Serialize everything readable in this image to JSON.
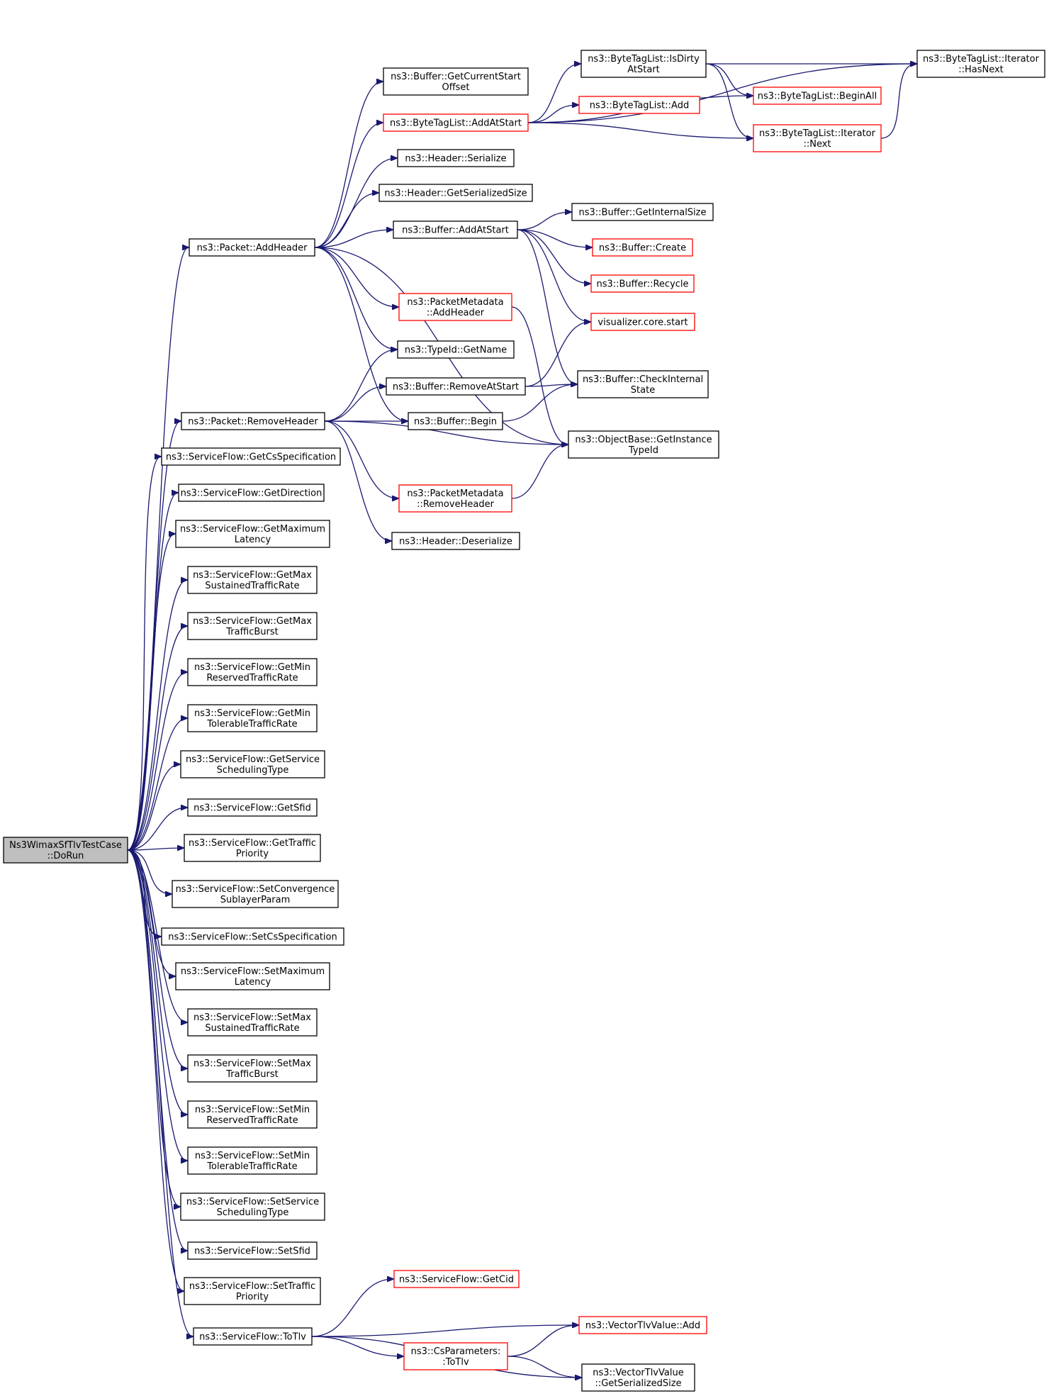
{
  "diagram": {
    "type": "call graph",
    "nodes": [
      {
        "id": "root",
        "lines": [
          "Ns3WimaxSfTlvTestCase",
          "::DoRun"
        ],
        "style": "root"
      },
      {
        "id": "addHeader",
        "lines": [
          "ns3::Packet::AddHeader"
        ],
        "style": "normal"
      },
      {
        "id": "removeHeader",
        "lines": [
          "ns3::Packet::RemoveHeader"
        ],
        "style": "normal"
      },
      {
        "id": "getCsSpec",
        "lines": [
          "ns3::ServiceFlow::GetCsSpecification"
        ],
        "style": "normal"
      },
      {
        "id": "getDirection",
        "lines": [
          "ns3::ServiceFlow::GetDirection"
        ],
        "style": "normal"
      },
      {
        "id": "getMaxLatency",
        "lines": [
          "ns3::ServiceFlow::GetMaximum",
          "Latency"
        ],
        "style": "normal"
      },
      {
        "id": "getMaxSustained",
        "lines": [
          "ns3::ServiceFlow::GetMax",
          "SustainedTrafficRate"
        ],
        "style": "normal"
      },
      {
        "id": "getMaxBurst",
        "lines": [
          "ns3::ServiceFlow::GetMax",
          "TrafficBurst"
        ],
        "style": "normal"
      },
      {
        "id": "getMinReserved",
        "lines": [
          "ns3::ServiceFlow::GetMin",
          "ReservedTrafficRate"
        ],
        "style": "normal"
      },
      {
        "id": "getMinTolerable",
        "lines": [
          "ns3::ServiceFlow::GetMin",
          "TolerableTrafficRate"
        ],
        "style": "normal"
      },
      {
        "id": "getSchedType",
        "lines": [
          "ns3::ServiceFlow::GetService",
          "SchedulingType"
        ],
        "style": "normal"
      },
      {
        "id": "getSfid",
        "lines": [
          "ns3::ServiceFlow::GetSfid"
        ],
        "style": "normal"
      },
      {
        "id": "getTrafficPriority",
        "lines": [
          "ns3::ServiceFlow::GetTraffic",
          "Priority"
        ],
        "style": "normal"
      },
      {
        "id": "setConvergence",
        "lines": [
          "ns3::ServiceFlow::SetConvergence",
          "SublayerParam"
        ],
        "style": "normal"
      },
      {
        "id": "setCsSpec",
        "lines": [
          "ns3::ServiceFlow::SetCsSpecification"
        ],
        "style": "normal"
      },
      {
        "id": "setMaxLatency",
        "lines": [
          "ns3::ServiceFlow::SetMaximum",
          "Latency"
        ],
        "style": "normal"
      },
      {
        "id": "setMaxSustained",
        "lines": [
          "ns3::ServiceFlow::SetMax",
          "SustainedTrafficRate"
        ],
        "style": "normal"
      },
      {
        "id": "setMaxBurst",
        "lines": [
          "ns3::ServiceFlow::SetMax",
          "TrafficBurst"
        ],
        "style": "normal"
      },
      {
        "id": "setMinReserved",
        "lines": [
          "ns3::ServiceFlow::SetMin",
          "ReservedTrafficRate"
        ],
        "style": "normal"
      },
      {
        "id": "setMinTolerable",
        "lines": [
          "ns3::ServiceFlow::SetMin",
          "TolerableTrafficRate"
        ],
        "style": "normal"
      },
      {
        "id": "setSchedType",
        "lines": [
          "ns3::ServiceFlow::SetService",
          "SchedulingType"
        ],
        "style": "normal"
      },
      {
        "id": "setSfid",
        "lines": [
          "ns3::ServiceFlow::SetSfid"
        ],
        "style": "normal"
      },
      {
        "id": "setTrafficPriority",
        "lines": [
          "ns3::ServiceFlow::SetTraffic",
          "Priority"
        ],
        "style": "normal"
      },
      {
        "id": "toTlv",
        "lines": [
          "ns3::ServiceFlow::ToTlv"
        ],
        "style": "normal"
      },
      {
        "id": "bufGetCurStart",
        "lines": [
          "ns3::Buffer::GetCurrentStart",
          "Offset"
        ],
        "style": "normal"
      },
      {
        "id": "btlAddAtStart",
        "lines": [
          "ns3::ByteTagList::AddAtStart"
        ],
        "style": "red"
      },
      {
        "id": "hdrSerialize",
        "lines": [
          "ns3::Header::Serialize"
        ],
        "style": "normal"
      },
      {
        "id": "hdrGetSerSize",
        "lines": [
          "ns3::Header::GetSerializedSize"
        ],
        "style": "normal"
      },
      {
        "id": "bufAddAtStart",
        "lines": [
          "ns3::Buffer::AddAtStart"
        ],
        "style": "normal"
      },
      {
        "id": "pmAddHeader",
        "lines": [
          "ns3::PacketMetadata",
          "::AddHeader"
        ],
        "style": "red"
      },
      {
        "id": "typeIdGetName",
        "lines": [
          "ns3::TypeId::GetName"
        ],
        "style": "normal"
      },
      {
        "id": "bufRemoveAtStart",
        "lines": [
          "ns3::Buffer::RemoveAtStart"
        ],
        "style": "normal"
      },
      {
        "id": "bufBegin",
        "lines": [
          "ns3::Buffer::Begin"
        ],
        "style": "normal"
      },
      {
        "id": "pmRemoveHeader",
        "lines": [
          "ns3::PacketMetadata",
          "::RemoveHeader"
        ],
        "style": "red"
      },
      {
        "id": "hdrDeserialize",
        "lines": [
          "ns3::Header::Deserialize"
        ],
        "style": "normal"
      },
      {
        "id": "btlIsDirty",
        "lines": [
          "ns3::ByteTagList::IsDirty",
          "AtStart"
        ],
        "style": "normal"
      },
      {
        "id": "btlAdd",
        "lines": [
          "ns3::ByteTagList::Add"
        ],
        "style": "red"
      },
      {
        "id": "bufGetInternalSize",
        "lines": [
          "ns3::Buffer::GetInternalSize"
        ],
        "style": "normal"
      },
      {
        "id": "bufCreate",
        "lines": [
          "ns3::Buffer::Create"
        ],
        "style": "red"
      },
      {
        "id": "bufRecycle",
        "lines": [
          "ns3::Buffer::Recycle"
        ],
        "style": "red"
      },
      {
        "id": "vizStart",
        "lines": [
          "visualizer.core.start"
        ],
        "style": "red"
      },
      {
        "id": "bufCheckInternal",
        "lines": [
          "ns3::Buffer::CheckInternal",
          "State"
        ],
        "style": "normal"
      },
      {
        "id": "objGetInstTypeId",
        "lines": [
          "ns3::ObjectBase::GetInstance",
          "TypeId"
        ],
        "style": "normal"
      },
      {
        "id": "btlIterHasNext",
        "lines": [
          "ns3::ByteTagList::Iterator",
          "::HasNext"
        ],
        "style": "normal"
      },
      {
        "id": "btlBeginAll",
        "lines": [
          "ns3::ByteTagList::BeginAll"
        ],
        "style": "red"
      },
      {
        "id": "btlIterNext",
        "lines": [
          "ns3::ByteTagList::Iterator",
          "::Next"
        ],
        "style": "red"
      },
      {
        "id": "sfGetCid",
        "lines": [
          "ns3::ServiceFlow::GetCid"
        ],
        "style": "red"
      },
      {
        "id": "vecTlvAdd",
        "lines": [
          "ns3::VectorTlvValue::Add"
        ],
        "style": "red"
      },
      {
        "id": "csParamsToTlv",
        "lines": [
          "ns3::CsParameters:",
          ":ToTlv"
        ],
        "style": "red"
      },
      {
        "id": "vecTlvGetSerSize",
        "lines": [
          "ns3::VectorTlvValue",
          "::GetSerializedSize"
        ],
        "style": "normal"
      }
    ],
    "edges": [
      {
        "from": "root",
        "to": "addHeader"
      },
      {
        "from": "root",
        "to": "removeHeader"
      },
      {
        "from": "root",
        "to": "getCsSpec"
      },
      {
        "from": "root",
        "to": "getDirection"
      },
      {
        "from": "root",
        "to": "getMaxLatency"
      },
      {
        "from": "root",
        "to": "getMaxSustained"
      },
      {
        "from": "root",
        "to": "getMaxBurst"
      },
      {
        "from": "root",
        "to": "getMinReserved"
      },
      {
        "from": "root",
        "to": "getMinTolerable"
      },
      {
        "from": "root",
        "to": "getSchedType"
      },
      {
        "from": "root",
        "to": "getSfid"
      },
      {
        "from": "root",
        "to": "getTrafficPriority"
      },
      {
        "from": "root",
        "to": "setConvergence"
      },
      {
        "from": "root",
        "to": "setCsSpec"
      },
      {
        "from": "root",
        "to": "setMaxLatency"
      },
      {
        "from": "root",
        "to": "setMaxSustained"
      },
      {
        "from": "root",
        "to": "setMaxBurst"
      },
      {
        "from": "root",
        "to": "setMinReserved"
      },
      {
        "from": "root",
        "to": "setMinTolerable"
      },
      {
        "from": "root",
        "to": "setSchedType"
      },
      {
        "from": "root",
        "to": "setSfid"
      },
      {
        "from": "root",
        "to": "setTrafficPriority"
      },
      {
        "from": "root",
        "to": "toTlv"
      },
      {
        "from": "addHeader",
        "to": "bufGetCurStart"
      },
      {
        "from": "addHeader",
        "to": "btlAddAtStart"
      },
      {
        "from": "addHeader",
        "to": "hdrSerialize"
      },
      {
        "from": "addHeader",
        "to": "hdrGetSerSize"
      },
      {
        "from": "addHeader",
        "to": "bufAddAtStart"
      },
      {
        "from": "addHeader",
        "to": "pmAddHeader"
      },
      {
        "from": "addHeader",
        "to": "typeIdGetName"
      },
      {
        "from": "addHeader",
        "to": "bufBegin"
      },
      {
        "from": "addHeader",
        "to": "objGetInstTypeId"
      },
      {
        "from": "removeHeader",
        "to": "typeIdGetName"
      },
      {
        "from": "removeHeader",
        "to": "bufRemoveAtStart"
      },
      {
        "from": "removeHeader",
        "to": "bufBegin"
      },
      {
        "from": "removeHeader",
        "to": "objGetInstTypeId"
      },
      {
        "from": "removeHeader",
        "to": "pmRemoveHeader"
      },
      {
        "from": "removeHeader",
        "to": "hdrDeserialize"
      },
      {
        "from": "btlAddAtStart",
        "to": "btlIsDirty"
      },
      {
        "from": "btlAddAtStart",
        "to": "btlAdd"
      },
      {
        "from": "btlAddAtStart",
        "to": "btlBeginAll"
      },
      {
        "from": "btlAddAtStart",
        "to": "btlIterNext"
      },
      {
        "from": "btlAddAtStart",
        "to": "btlIterHasNext"
      },
      {
        "from": "btlIsDirty",
        "to": "btlIterHasNext"
      },
      {
        "from": "btlIsDirty",
        "to": "btlBeginAll"
      },
      {
        "from": "btlIsDirty",
        "to": "btlIterNext"
      },
      {
        "from": "btlIterNext",
        "to": "btlIterHasNext"
      },
      {
        "from": "bufAddAtStart",
        "to": "bufGetInternalSize"
      },
      {
        "from": "bufAddAtStart",
        "to": "bufCreate"
      },
      {
        "from": "bufAddAtStart",
        "to": "bufRecycle"
      },
      {
        "from": "bufAddAtStart",
        "to": "vizStart"
      },
      {
        "from": "bufAddAtStart",
        "to": "bufCheckInternal"
      },
      {
        "from": "pmAddHeader",
        "to": "objGetInstTypeId"
      },
      {
        "from": "bufRemoveAtStart",
        "to": "vizStart"
      },
      {
        "from": "bufRemoveAtStart",
        "to": "bufCheckInternal"
      },
      {
        "from": "bufBegin",
        "to": "bufCheckInternal"
      },
      {
        "from": "pmRemoveHeader",
        "to": "objGetInstTypeId"
      },
      {
        "from": "toTlv",
        "to": "sfGetCid"
      },
      {
        "from": "toTlv",
        "to": "vecTlvAdd"
      },
      {
        "from": "toTlv",
        "to": "csParamsToTlv"
      },
      {
        "from": "toTlv",
        "to": "vecTlvGetSerSize"
      },
      {
        "from": "csParamsToTlv",
        "to": "vecTlvAdd"
      },
      {
        "from": "csParamsToTlv",
        "to": "vecTlvGetSerSize"
      }
    ],
    "colors": {
      "edge": "#191970",
      "node_border": "#000000",
      "node_border_truncated": "#ff0000",
      "root_fill": "#bfbfbf",
      "node_fill": "#ffffff"
    }
  }
}
